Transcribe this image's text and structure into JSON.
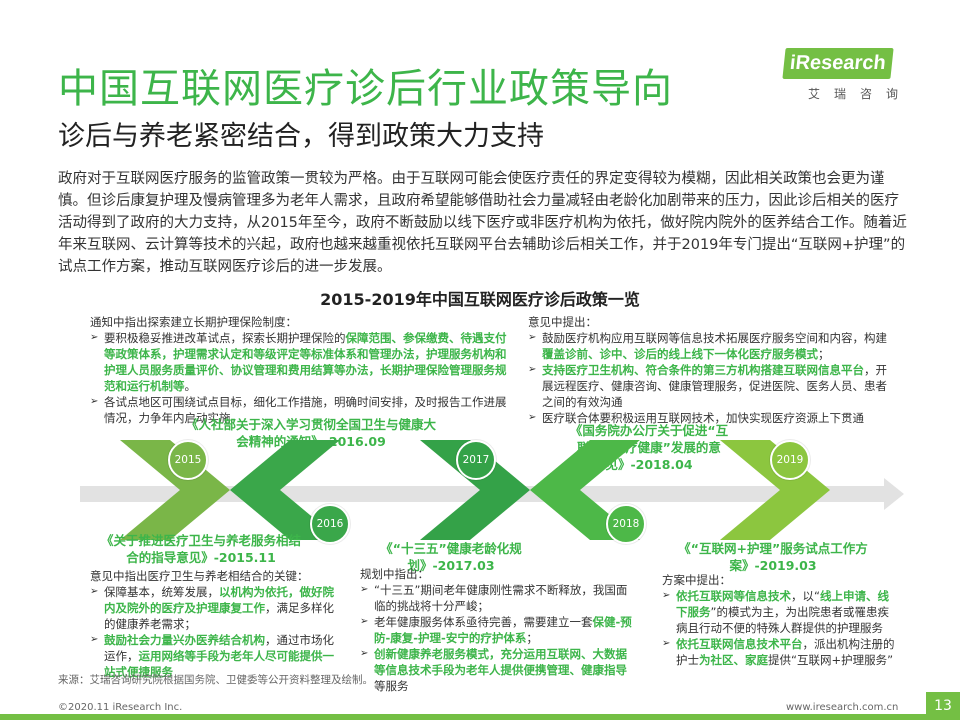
{
  "title": "中国互联网医疗诊后行业政策导向",
  "subtitle": "诊后与养老紧密结合，得到政策大力支持",
  "logo": {
    "en": "iResearch",
    "cn": "艾瑞咨询"
  },
  "intro": "政府对于互联网医疗服务的监管政策一贯较为严格。由于互联网可能会使医疗责任的界定变得较为模糊，因此相关政策也会更为谨慎。但诊后康复护理及慢病管理多为老年人需求，且政府希望能够借助社会力量减轻由老龄化加剧带来的压力，因此诊后相关的医疗活动得到了政府的大力支持，从2015年至今，政府不断鼓励以线下医疗或非医疗机构为依托，做好院内院外的医养结合工作。随着近年来互联网、云计算等技术的兴起，政府也越来越重视依托互联网平台去辅助诊后相关工作，并于2019年专门提出“互联网+护理”的试点工作方案，推动互联网医疗诊后的进一步发展。",
  "chart_title": "2015-2019年中国互联网医疗诊后政策一览",
  "years": [
    "2015",
    "2016",
    "2017",
    "2018",
    "2019"
  ],
  "policies": {
    "p2016": "《人社部关于深入学习贯彻全国卫生与健康大会精神的通知》-2016.09",
    "p2015": "《关于推进医疗卫生与养老服务相结合的指导意见》-2015.11",
    "p2017": "《“十三五”健康老龄化规划》-2017.03",
    "p2018": "《国务院办公厅关于促进“互联网+医疗健康”发展的意见》-2018.04",
    "p2019": "《“互联网+护理”服务试点工作方案》-2019.03"
  },
  "notes": {
    "n2016": {
      "lead": "通知中指出探索建立长期护理保险制度：",
      "b1_pre": "要积极稳妥推进改革试点，探索长期护理保险的",
      "b1_hl": "保障范围、参保缴费、待遇支付等政策体系，护理需求认定和等级评定等标准体系和管理办法，护理服务机构和护理人员服务质量评价、协议管理和费用结算等办法，长期护理保险管理服务规范和运行机制等",
      "b1_post": "。",
      "b2": "各试点地区可围绕试点目标，细化工作措施，明确时间安排，及时报告工作进展情况，力争年内启动实施。"
    },
    "n2018": {
      "lead": "意见中提出：",
      "b1_pre": "鼓励医疗机构应用互联网等信息技术拓展医疗服务空间和内容，构建",
      "b1_hl": "覆盖诊前、诊中、诊后的线上线下一体化医疗服务模式",
      "b1_post": "；",
      "b2_hl": "支持医疗卫生机构、符合条件的第三方机构搭建互联网信息平台",
      "b2_post": "，开展远程医疗、健康咨询、健康管理服务，促进医院、医务人员、患者之间的有效沟通",
      "b3": "医疗联合体要积极运用互联网技术，加快实现医疗资源上下贯通"
    },
    "n2015": {
      "lead": "意见中指出医疗卫生与养老相结合的关键：",
      "b1_pre": "保障基本，统筹发展，",
      "b1_hl": "以机构为依托，做好院内及院外的医疗及护理康复工作",
      "b1_post": "，满足多样化的健康养老需求；",
      "b2_hl": "鼓励社会力量兴办医养结合机构",
      "b2_mid": "，通过市场化运作，",
      "b2_hl2": "运用网络等手段为老年人尽可能提供一站式便捷服务"
    },
    "n2017": {
      "lead": "规划中指出：",
      "b1": "“十三五”期间老年健康刚性需求不断释放，我国面临的挑战将十分严峻；",
      "b2_pre": "老年健康服务体系亟待完善，需要建立一套",
      "b2_hl": "保健-预防-康复-护理-安宁的疗护体系",
      "b2_post": "；",
      "b3_hl": "创新健康养老服务模式，充分运用互联网、大数据等信息技术手段为老年人提供",
      "b3_hl2": "便携管理、健康指导",
      "b3_post": "等服务"
    },
    "n2019": {
      "lead": "方案中提出：",
      "b1_hl": "依托互联网等信息技术",
      "b1_mid": "，以“",
      "b1_hl2": "线上申请、线下服务",
      "b1_post": "”的模式为主，为出院患者或罹患疾病且行动不便的特殊人群提供的护理服务",
      "b2_hl": "依托互联网信息技术平台",
      "b2_mid": "，派出机构注册的护士",
      "b2_hl2": "为社区、家庭",
      "b2_post": "提供“互联网+护理服务”"
    }
  },
  "source": "来源：艾瑞咨询研究院根据国务院、卫健委等公开资料整理及绘制。",
  "copyright": "©2020.11 iResearch Inc.",
  "website": "www.iresearch.com.cn",
  "page_number": "13",
  "colors": {
    "green": "#3db54a",
    "light_green": "#74bf44",
    "axis": "#e2e2e2"
  }
}
